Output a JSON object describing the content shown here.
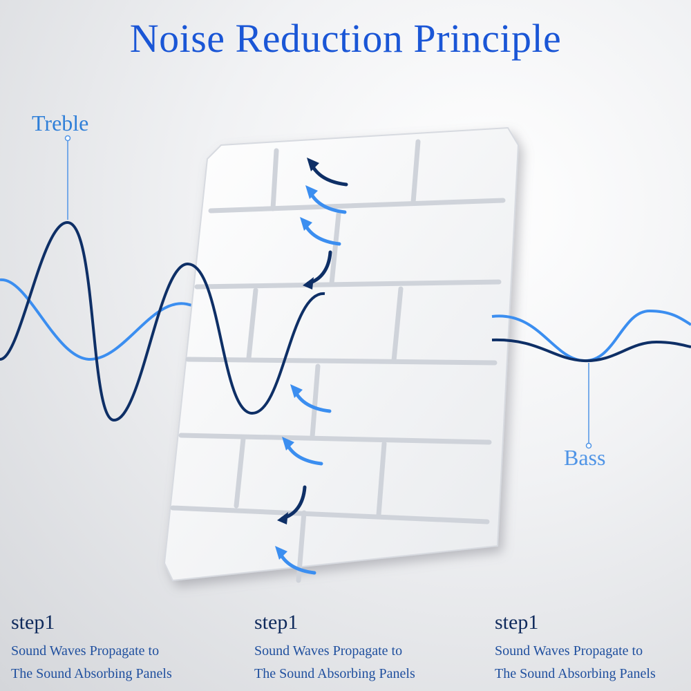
{
  "title": "Noise Reduction Principle",
  "labels": {
    "treble": "Treble",
    "bass": "Bass"
  },
  "colors": {
    "title": "#1a56d6",
    "treble_wave": "#0e2f66",
    "bass_wave": "#3b8ef0",
    "panel": "#f5f6f8",
    "arrow_dark": "#0e2f66",
    "arrow_light": "#3b8ef0"
  },
  "steps": [
    {
      "title": "step1",
      "line1": "Sound Waves Propagate to",
      "line2": "The Sound Absorbing Panels"
    },
    {
      "title": "step1",
      "line1": "Sound Waves Propagate to",
      "line2": "The Sound Absorbing Panels"
    },
    {
      "title": "step1",
      "line1": "Sound Waves Propagate to",
      "line2": "The Sound Absorbing Panels"
    }
  ],
  "icons": [
    "up-arrow-icon",
    "down-arrow-icon"
  ]
}
